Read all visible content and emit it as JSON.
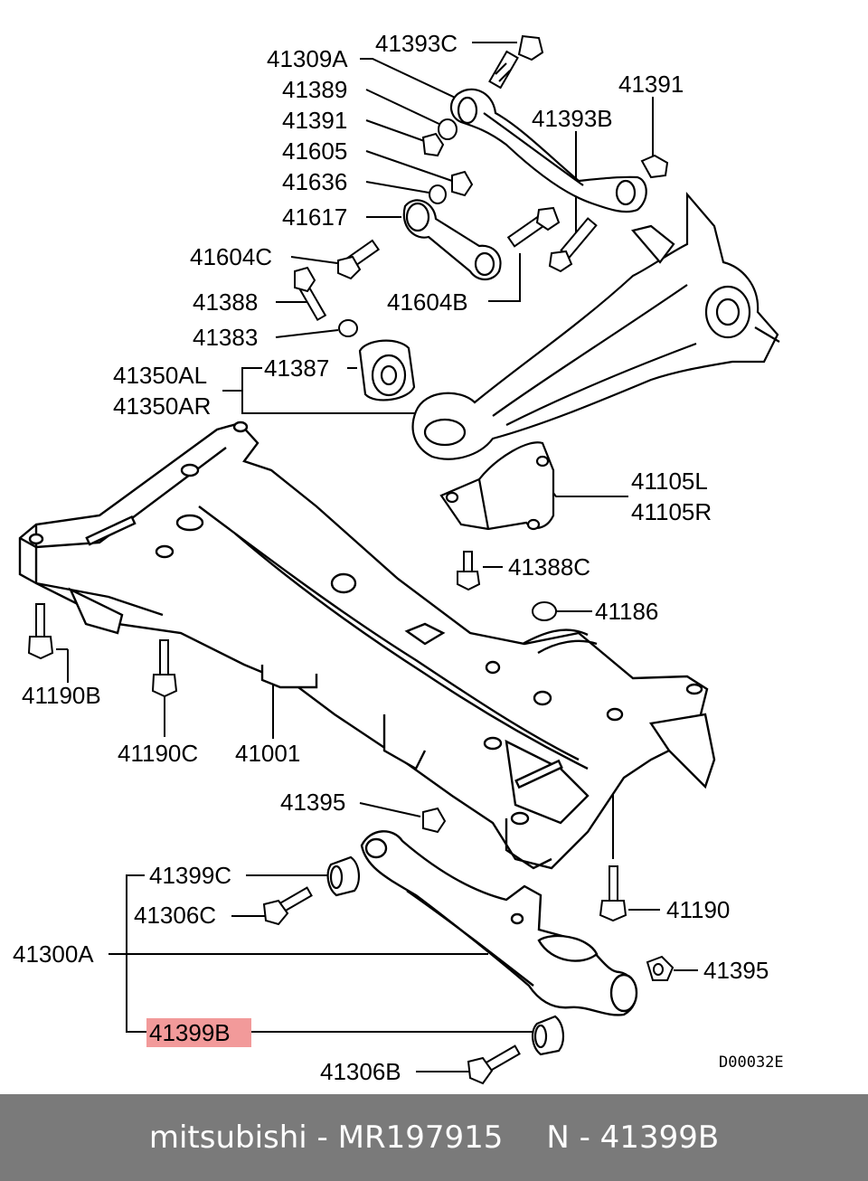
{
  "labels": {
    "l41393C": "41393C",
    "l41309A": "41309A",
    "l41389": "41389",
    "l41391a": "41391",
    "l41605": "41605",
    "l41636": "41636",
    "l41617": "41617",
    "l41604C": "41604C",
    "l41388": "41388",
    "l41383": "41383",
    "l41350AL": "41350AL",
    "l41350AR": "41350AR",
    "l41387": "41387",
    "l41391b": "41391",
    "l41393B": "41393B",
    "l41604B": "41604B",
    "l41105L": "41105L",
    "l41105R": "41105R",
    "l41388C": "41388C",
    "l41186": "41186",
    "l41190B": "41190B",
    "l41190C": "41190C",
    "l41001": "41001",
    "l41395a": "41395",
    "l41399C": "41399C",
    "l41306C": "41306C",
    "l41300A": "41300A",
    "l41190": "41190",
    "l41395b": "41395",
    "l41399B": "41399B",
    "l41306B": "41306B",
    "code": "D00032E"
  },
  "highlight_color": "#f29a9a",
  "footer": {
    "brand": "mitsubishi - MR197915",
    "ref": "N - 41399B"
  }
}
